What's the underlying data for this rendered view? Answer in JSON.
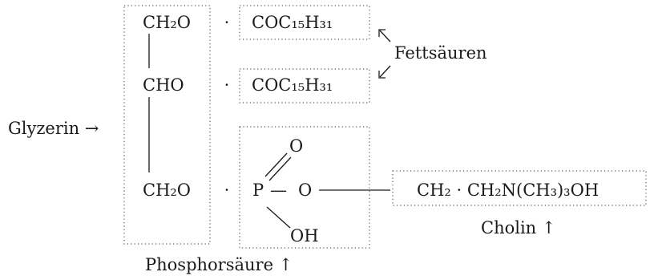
{
  "labels": {
    "glyzerin": "Glyzerin →",
    "fettsaeuren": "Fettsäuren",
    "phosphorsaeure": "Phosphorsäure ↑",
    "cholin": "Cholin ↑"
  },
  "glycerol": {
    "row1": "CH₂O",
    "row2": "CHO",
    "row3": "CH₂O"
  },
  "bond_dot": "·",
  "fatty_acids": [
    "COC₁₅H₃₁",
    "COC₁₅H₃₁"
  ],
  "phosphate": {
    "p": "P",
    "dash": "—",
    "o_link": "O",
    "o_top": "O",
    "oh": "OH"
  },
  "choline": "CH₂ · CH₂N(CH₃)₃OH"
}
